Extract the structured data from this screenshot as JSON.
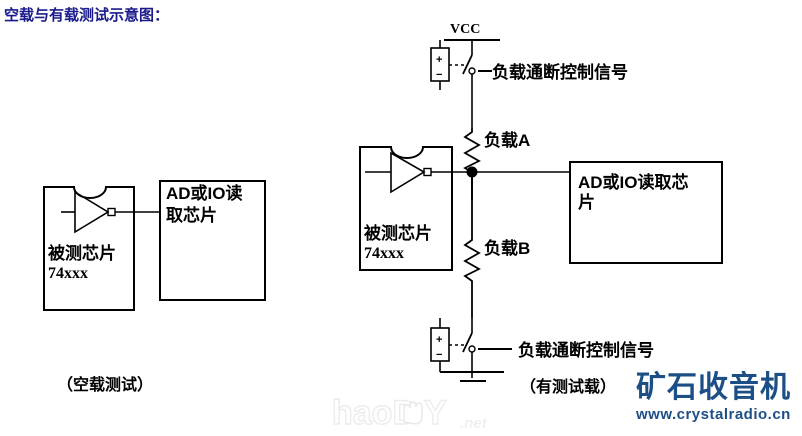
{
  "page": {
    "title": "空载与有载测试示意图：",
    "title_color": "#1a1a8c",
    "background": "#ffffff",
    "line_color": "#000000"
  },
  "left_circuit": {
    "caption": "（空载测试）",
    "dut_chip": {
      "label_line1": "被测芯片",
      "label_line2": "74xxx",
      "gate": "inverter"
    },
    "reader_chip": {
      "label": "AD或IO读取芯片"
    }
  },
  "right_circuit": {
    "caption": "（有测试载）",
    "supply_label": "VCC",
    "dut_chip": {
      "label_line1": "被测芯片",
      "label_line2": "74xxx",
      "gate": "inverter"
    },
    "reader_chip": {
      "label": "AD或IO读取芯片"
    },
    "load_a": "负载A",
    "load_b": "负载B",
    "control_signal_top": "负载通断控制信号",
    "control_signal_bottom": "负载通断控制信号",
    "relay_plus": "+",
    "relay_minus": "−",
    "ground": "gnd"
  },
  "watermark": {
    "text_left": "haoD",
    "text_right": "Y",
    "suffix": ".net",
    "color": "#f2f2f2"
  },
  "brand": {
    "name_cn": "矿石收音机",
    "url": "www.crystalradio.cn",
    "color": "#1c4f86"
  }
}
